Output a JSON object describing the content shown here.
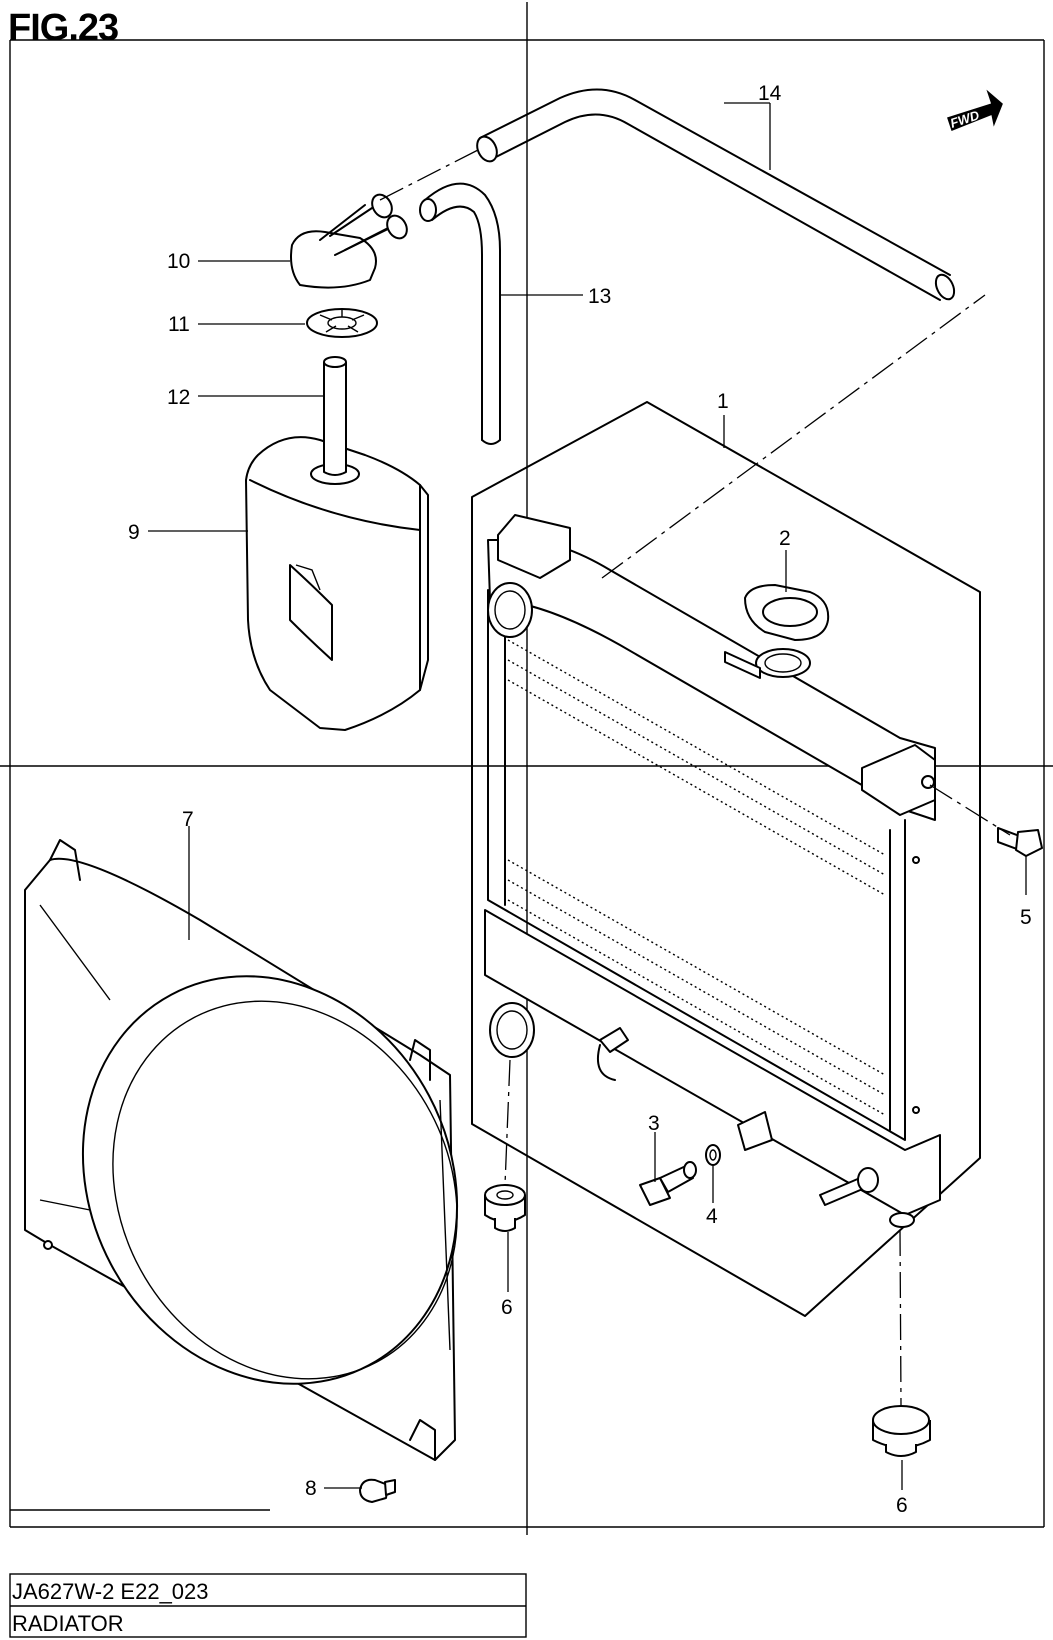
{
  "figure": {
    "title": "FIG.23",
    "direction_tag": "FWD"
  },
  "callouts": {
    "c1": "1",
    "c2": "2",
    "c3": "3",
    "c4": "4",
    "c5": "5",
    "c6a": "6",
    "c6b": "6",
    "c7": "7",
    "c8": "8",
    "c9": "9",
    "c10": "10",
    "c11": "11",
    "c12": "12",
    "c13": "13",
    "c14": "14"
  },
  "title_block": {
    "code": "JA627W-2 E22_023",
    "name": "RADIATOR"
  }
}
